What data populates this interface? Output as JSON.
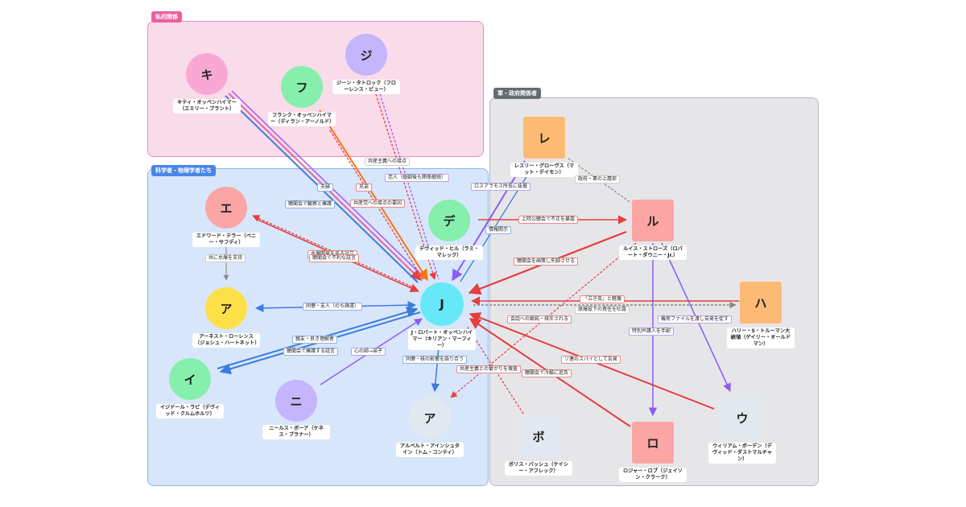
{
  "groups": {
    "private": {
      "label": "私的関係",
      "bg": "#fadbea",
      "border": "#ef8db8",
      "tag": "#e8619d"
    },
    "scientists": {
      "label": "科学者・物理学者たち",
      "bg": "#d8e6fb",
      "border": "#8fb5ec",
      "tag": "#4a86e8"
    },
    "military": {
      "label": "軍・政府関係者",
      "bg": "#e6e6e9",
      "border": "#b6b6bd",
      "tag": "#666a72"
    }
  },
  "nodes": {
    "kitty": {
      "glyph": "キ",
      "label": "キティ・オッペンハイマー（エミリー・ブラント）",
      "color": "#f9a8d4"
    },
    "frank": {
      "glyph": "フ",
      "label": "フランク・オッペンハイマー（ディラン・アーノルド）",
      "color": "#86efac"
    },
    "jean": {
      "glyph": "ジ",
      "label": "ジーン・タトロック（フローレンス・ピュー）",
      "color": "#c4b5fd"
    },
    "edward": {
      "glyph": "エ",
      "label": "エドワード・テラー（ベニー・サフディ）",
      "color": "#fca5a5"
    },
    "ernest": {
      "glyph": "ア",
      "label": "アーネスト・ローレンス（ジョシュ・ハートネット）",
      "color": "#fde047"
    },
    "isidor": {
      "glyph": "イ",
      "label": "イジドール・ラビ（デヴィッド・クルムホルツ）",
      "color": "#86efac"
    },
    "niels": {
      "glyph": "ニ",
      "label": "ニールス・ボーア（ケネス・ブラナー）",
      "color": "#c4b5fd"
    },
    "david": {
      "glyph": "デ",
      "label": "デヴィッド・ヒル（ラミ・マレック）",
      "color": "#86efac"
    },
    "oppie": {
      "glyph": "J",
      "label": "J・ロバート・オッペンハイマー（キリアン・マーフィー）",
      "color": "#67e8f9"
    },
    "einstein": {
      "glyph": "ア",
      "label": "アルベルト・アインシュタイン（トム・コンティ）",
      "color": "#e2e8f0"
    },
    "leslie": {
      "glyph": "レ",
      "label": "レスリー・グローヴス（マット・デイモン）",
      "color": "#fdba74"
    },
    "lewis": {
      "glyph": "ル",
      "label": "ルイス・ストローズ（ロバート・ダウニー・Jr.）",
      "color": "#fca5a5"
    },
    "harry": {
      "glyph": "ハ",
      "label": "ハリー・S・トルーマン大統領（ゲイリー・オールドマン）",
      "color": "#fdba74"
    },
    "boris": {
      "glyph": "ボ",
      "label": "ボリス・パッシュ（ケイシー・アフレック）",
      "color": "#e2e8f0"
    },
    "roger": {
      "glyph": "ロ",
      "label": "ロジャー・ロブ（ジェイソン・クラーク）",
      "color": "#fca5a5"
    },
    "william": {
      "glyph": "ウ",
      "label": "ウィリアム・ボーデン（デヴィッド・ダストマルチャン）",
      "color": "#e2e8f0"
    }
  },
  "edges": {
    "e1": "共産主義への接点",
    "e2": "恋人（婚姻後も関係継続）",
    "e3": "夫婦",
    "e4": "兄弟",
    "e5": "共産党への接点の要因",
    "e6": "聴聞会で観察と擁護",
    "e7": "ロスアラモス所長に抜擢",
    "e8": "政府・軍の上層部",
    "e9": "上院公聴会で不正を暴露",
    "e10": "情報開示",
    "e11": "水爆開発を巡る対立",
    "e12": "聴聞会で不利な証言",
    "e13": "聴聞会を画策し失脚させる",
    "e14": "共に水爆を支持",
    "e15": "同僚・友人（のち疎遠）",
    "e16": "「泣き虫」と軽蔑",
    "e17": "原爆投下の責任を吐露",
    "e18": "会話への嫉妬・排斥される",
    "e19": "機密ファイルを渡し告発を促す",
    "e20": "特別弁護人を手配",
    "e21": "親友・良き理解者",
    "e22": "聴聞会で擁護する証言",
    "e23": "心の師→弟子",
    "e24": "同僚・核の影響を語り合う",
    "e25": "共産主義との繋がりを捜査",
    "e26": "ソ連のスパイとして告発",
    "e27": "聴聞会で冷酷に追及"
  }
}
